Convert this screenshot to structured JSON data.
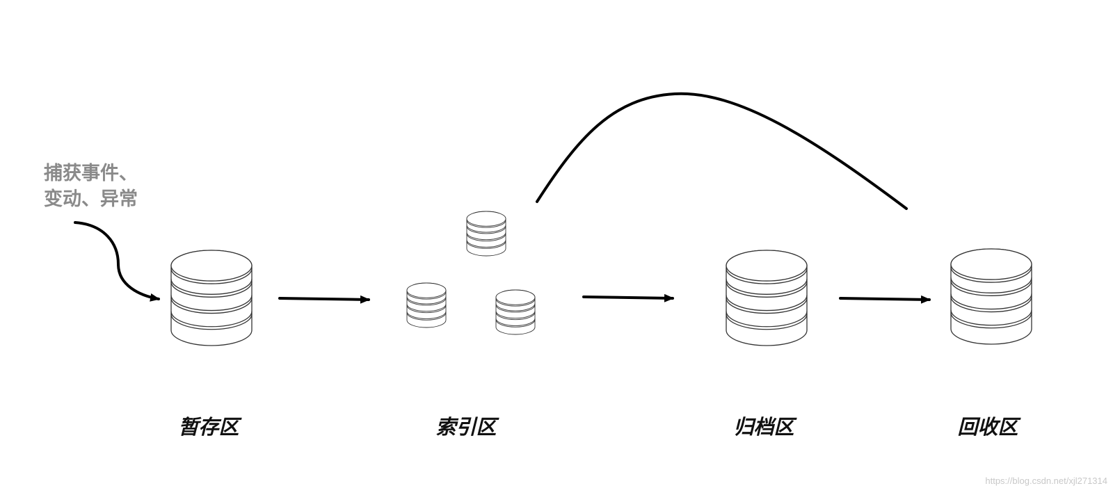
{
  "diagram": {
    "input_label_line1": "捕获事件、",
    "input_label_line2": "变动、异常",
    "zones": [
      {
        "id": "staging",
        "label": "暂存区"
      },
      {
        "id": "index",
        "label": "索引区"
      },
      {
        "id": "archive",
        "label": "归档区"
      },
      {
        "id": "recycle",
        "label": "回收区"
      }
    ],
    "watermark": "https://blog.csdn.net/xjl271314"
  },
  "colors": {
    "stroke": "#000000",
    "input_label": "#8a8a8a",
    "zone_label": "#111111",
    "watermark": "#c8c8c8"
  }
}
